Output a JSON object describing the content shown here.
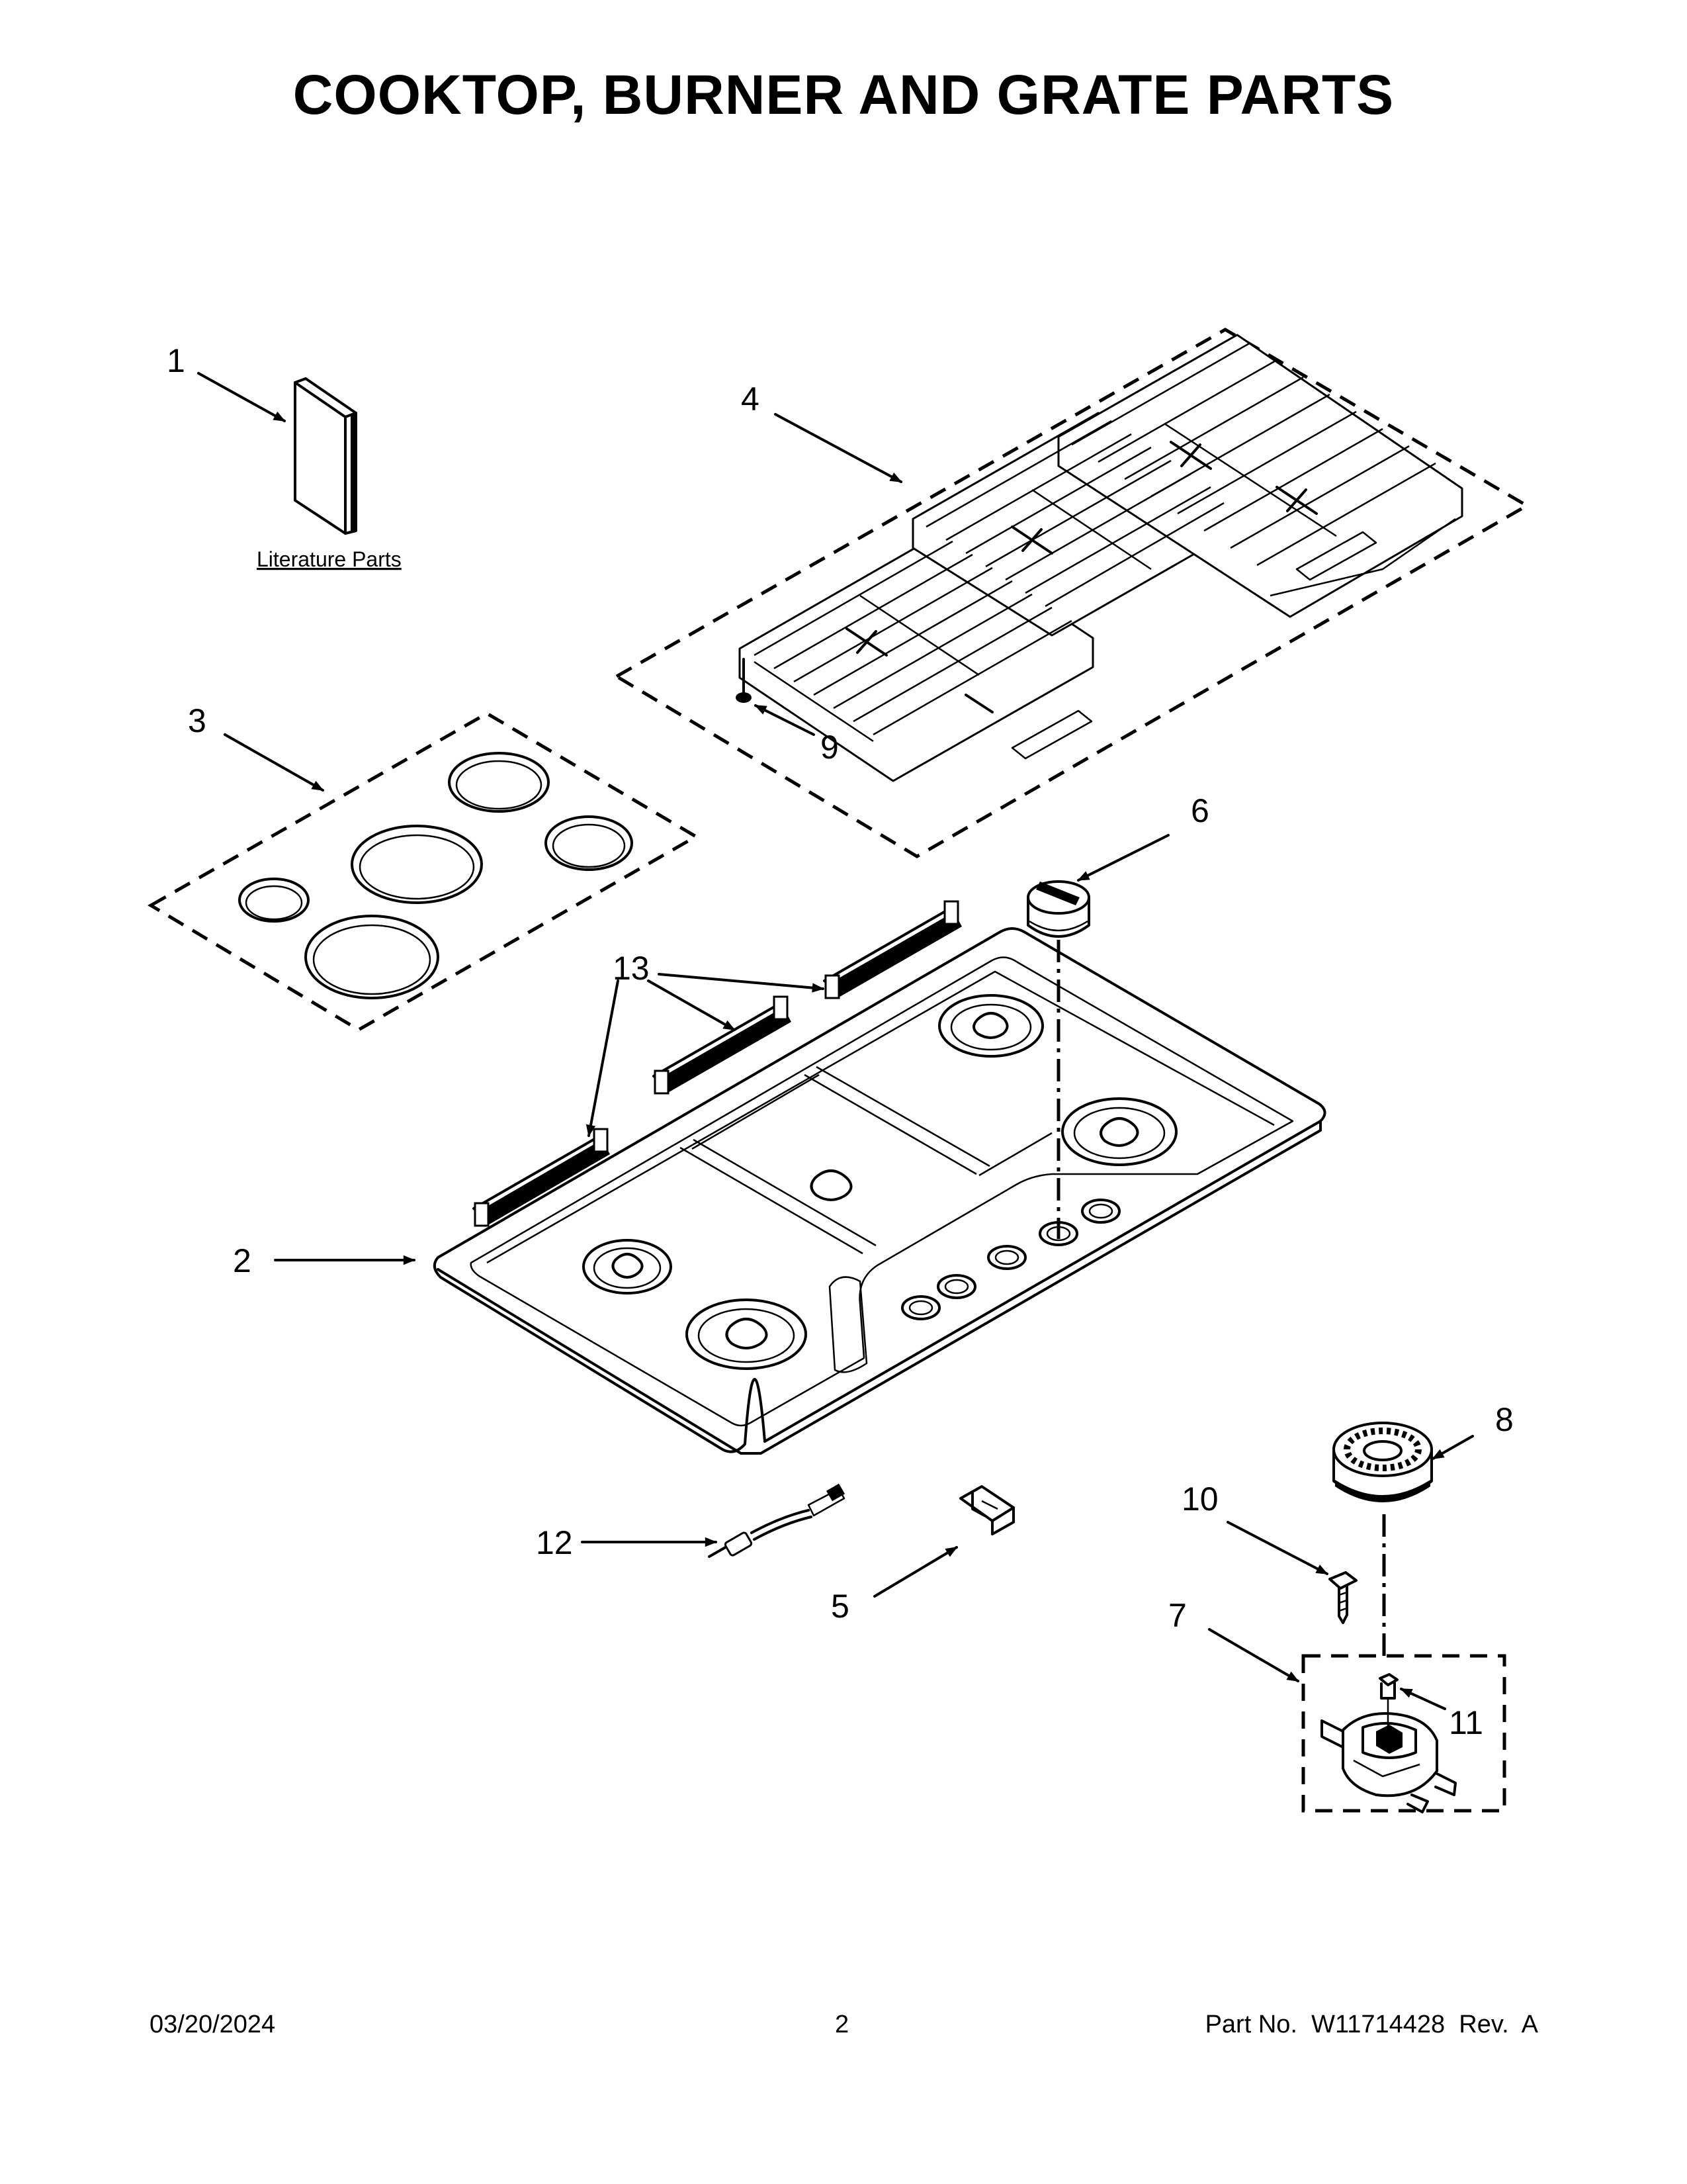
{
  "title": "COOKTOP, BURNER AND GRATE PARTS",
  "callouts": {
    "c1": "1",
    "c2": "2",
    "c3": "3",
    "c4": "4",
    "c5": "5",
    "c6": "6",
    "c7": "7",
    "c8": "8",
    "c9": "9",
    "c10": "10",
    "c11": "11",
    "c12": "12",
    "c13": "13"
  },
  "literature_label": "Literature Parts",
  "footer": {
    "date": "03/20/2024",
    "page": "2",
    "part_number": "Part No.  W11714428  Rev.  A"
  }
}
